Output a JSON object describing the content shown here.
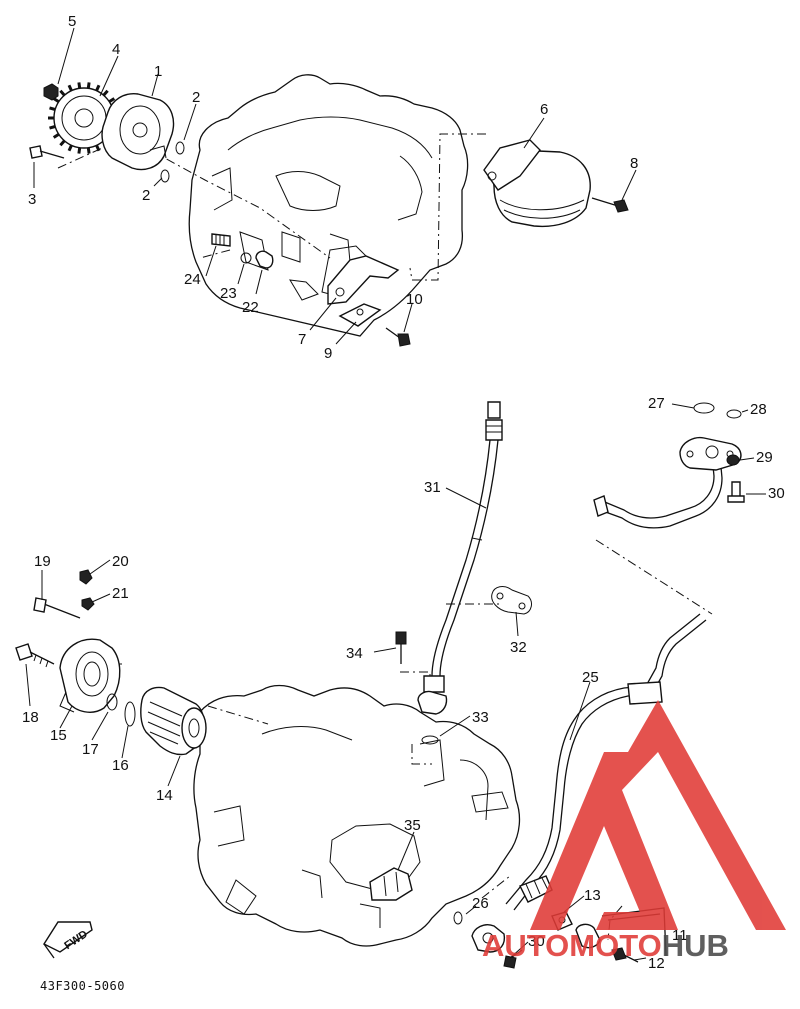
{
  "diagram_code": "43F300-5060",
  "fwd_label": "FWD",
  "watermark": {
    "part1": "AUTO",
    "part2": "MOTO",
    "part3": "HUB",
    "color_red": "#e03a36",
    "color_dark": "#4a4a4a"
  },
  "callouts": {
    "c1": "1",
    "c2a": "2",
    "c2b": "2",
    "c3": "3",
    "c4": "4",
    "c5": "5",
    "c6": "6",
    "c7": "7",
    "c8": "8",
    "c9": "9",
    "c10": "10",
    "c11": "11",
    "c12": "12",
    "c13": "13",
    "c14": "14",
    "c15": "15",
    "c16": "16",
    "c17": "17",
    "c18": "18",
    "c19": "19",
    "c20": "20",
    "c21": "21",
    "c22": "22",
    "c23": "23",
    "c24": "24",
    "c25": "25",
    "c26": "26",
    "c27": "27",
    "c28": "28",
    "c29": "29",
    "c30a": "30",
    "c30b": "30",
    "c31": "31",
    "c32": "32",
    "c33": "33",
    "c34": "34",
    "c35": "35"
  }
}
